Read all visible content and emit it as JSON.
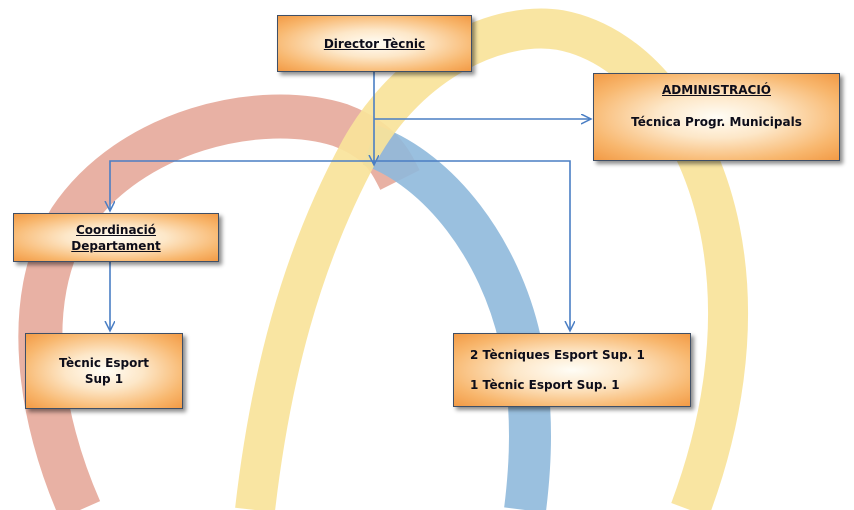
{
  "nodes": {
    "director": {
      "title": "Director Tècnic"
    },
    "administracio": {
      "title": "ADMINISTRACIÓ",
      "line": "Técnica Progr. Municipals"
    },
    "coordinacio": {
      "line1": "Coordinació",
      "line2": "Departament"
    },
    "tecnic": {
      "line1": "Tècnic Esport",
      "line2": "Sup 1"
    },
    "tecniques": {
      "line1": "2 Tècniques Esport Sup. 1",
      "line2": "1 Tècnic Esport Sup. 1"
    }
  },
  "colors": {
    "ribbon_red": "#e6a99a",
    "ribbon_yellow": "#f8e39a",
    "ribbon_blue": "#8fb9dc",
    "connector": "#4a7ec4",
    "node_fill_center": "#fffdf6",
    "node_fill_edge": "#f29a45"
  }
}
